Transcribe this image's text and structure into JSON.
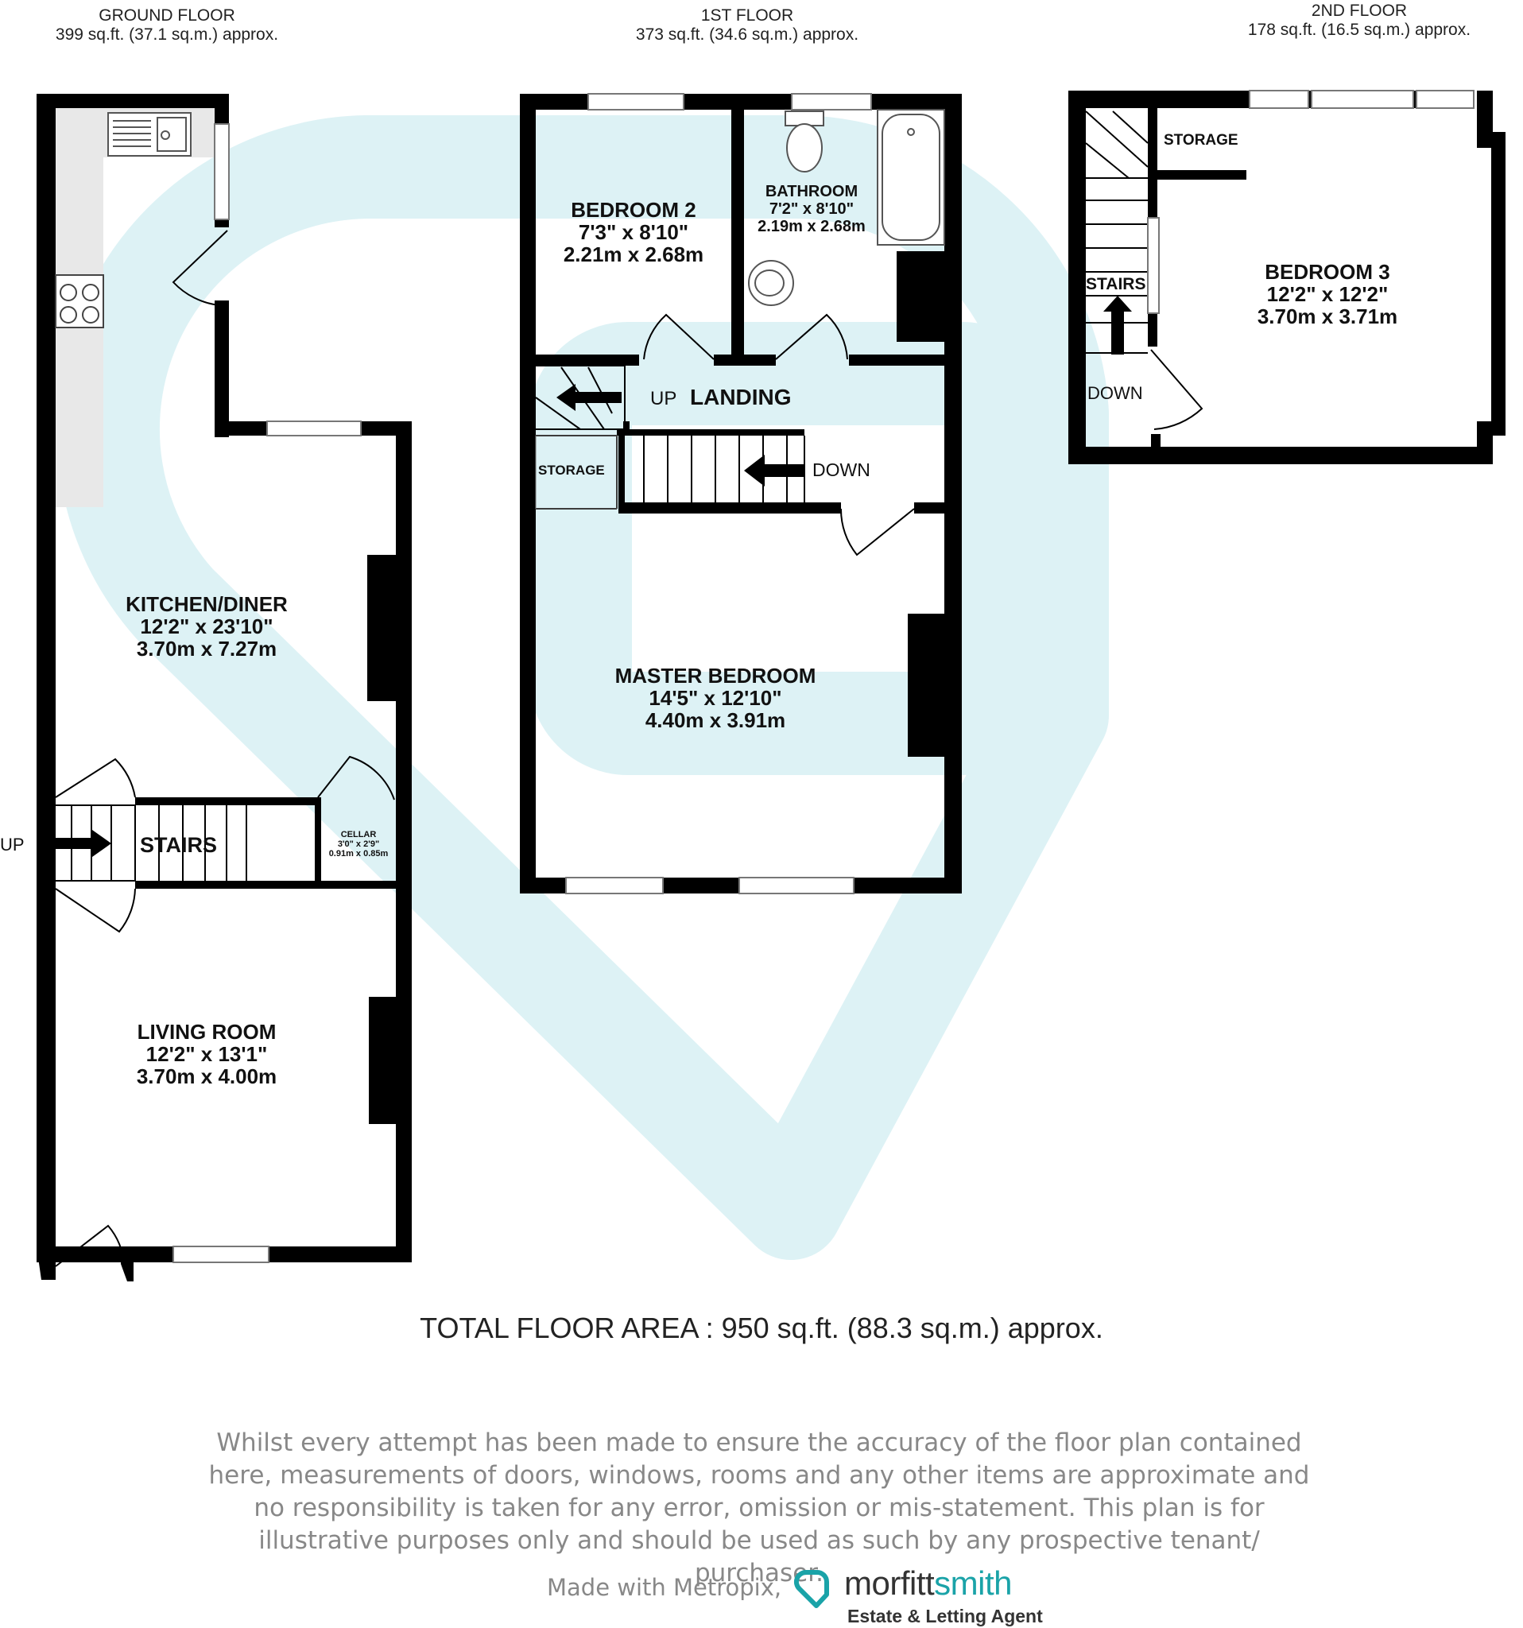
{
  "floors": [
    {
      "name": "GROUND FLOOR",
      "area": "399 sq.ft. (37.1 sq.m.) approx."
    },
    {
      "name": "1ST FLOOR",
      "area": "373 sq.ft. (34.6 sq.m.) approx."
    },
    {
      "name": "2ND FLOOR",
      "area": "178 sq.ft. (16.5 sq.m.) approx."
    }
  ],
  "rooms": {
    "kitchen_diner": {
      "name": "KITCHEN/DINER",
      "imperial": "12'2\"  x 23'10\"",
      "metric": "3.70m  x 7.27m"
    },
    "living_room": {
      "name": "LIVING ROOM",
      "imperial": "12'2\"  x 13'1\"",
      "metric": "3.70m  x 4.00m"
    },
    "cellar": {
      "name": "CELLAR",
      "imperial": "3'0\"  x 2'9\"",
      "metric": "0.91m  x 0.85m"
    },
    "bedroom_2": {
      "name": "BEDROOM 2",
      "imperial": "7'3\"  x 8'10\"",
      "metric": "2.21m  x 2.68m"
    },
    "bathroom": {
      "name": "BATHROOM",
      "imperial": "7'2\"  x 8'10\"",
      "metric": "2.19m  x 2.68m"
    },
    "master_bedroom": {
      "name": "MASTER BEDROOM",
      "imperial": "14'5\"  x 12'10\"",
      "metric": "4.40m  x 3.91m"
    },
    "bedroom_3": {
      "name": "BEDROOM 3",
      "imperial": "12'2\"  x 12'2\"",
      "metric": "3.70m  x 3.71m"
    }
  },
  "labels": {
    "ground_stairs": "STAIRS",
    "ground_up": "UP",
    "first_up": "UP",
    "landing": "LANDING",
    "first_down": "DOWN",
    "first_storage": "STORAGE",
    "second_storage": "STORAGE",
    "second_stairs": "STAIRS",
    "second_down": "DOWN"
  },
  "total_area": "TOTAL FLOOR AREA : 950 sq.ft. (88.3 sq.m.) approx.",
  "disclaimer": [
    "Whilst every attempt has been made to ensure  the accuracy of the floor plan contained",
    "here, measurements of doors, windows, rooms and any other items are approximate and",
    "no responsibility is taken for any error, omission or mis-statement. This plan is for",
    "illustrative purposes only and should be used as such by any prospective tenant/ purchaser."
  ],
  "footer": {
    "made_with": "Made with Metropix,",
    "brand_a": "morfitt",
    "brand_b": "smith",
    "tagline": "Estate & Letting Agent"
  },
  "colors": {
    "wall": "#000000",
    "watermark": "#ddf2f5",
    "brand_accent": "#1aa3a8",
    "window": "#ffffff"
  }
}
